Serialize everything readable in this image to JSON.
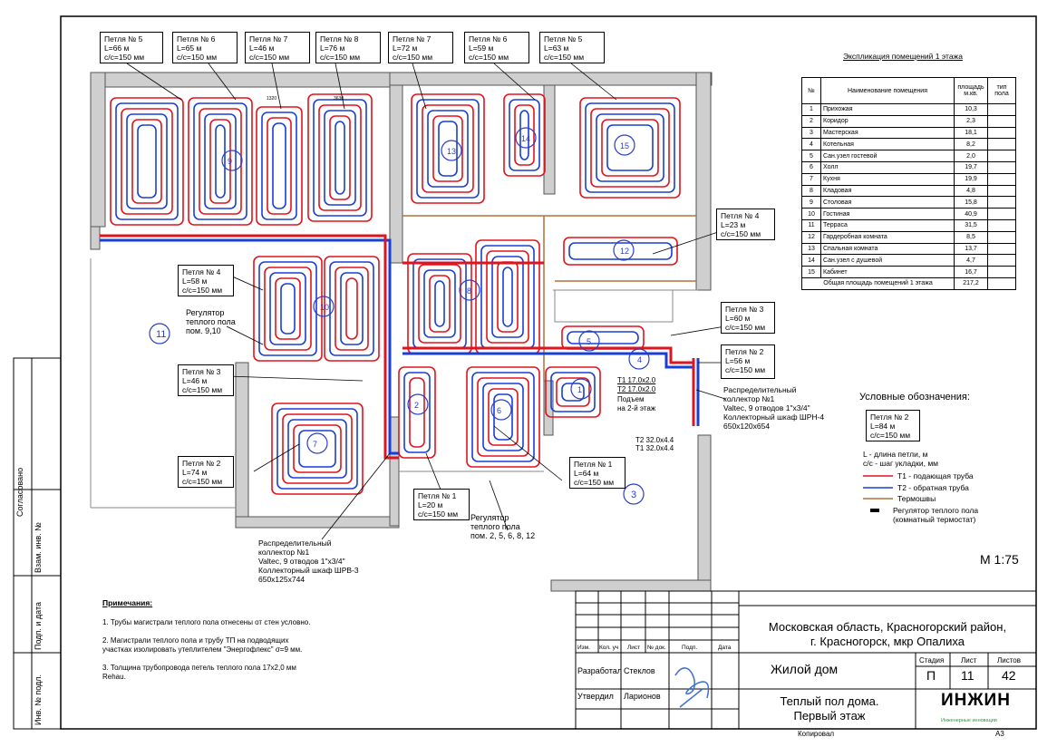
{
  "loop_labels": [
    {
      "title": "Петля № 5",
      "len": "L=66 м",
      "step": "с/с=150 мм"
    },
    {
      "title": "Петля № 6",
      "len": "L=65 м",
      "step": "с/с=150 мм"
    },
    {
      "title": "Петля № 7",
      "len": "L=46 м",
      "step": "с/с=150 мм"
    },
    {
      "title": "Петля № 8",
      "len": "L=76 м",
      "step": "с/с=150 мм"
    },
    {
      "title": "Петля № 7",
      "len": "L=72 м",
      "step": "с/с=150 мм"
    },
    {
      "title": "Петля № 6",
      "len": "L=59 м",
      "step": "с/с=150 мм"
    },
    {
      "title": "Петля № 5",
      "len": "L=63 м",
      "step": "с/с=150 мм"
    },
    {
      "title": "Петля № 4",
      "len": "L=23 м",
      "step": "с/с=150 мм"
    },
    {
      "title": "Петля № 4",
      "len": "L=58 м",
      "step": "с/с=150 мм"
    },
    {
      "title": "Петля № 3",
      "len": "L=60 м",
      "step": "с/с=150 мм"
    },
    {
      "title": "Петля № 2",
      "len": "L=56 м",
      "step": "с/с=150 мм"
    },
    {
      "title": "Петля № 3",
      "len": "L=46 м",
      "step": "с/с=150 мм"
    },
    {
      "title": "Петля № 2",
      "len": "L=74 м",
      "step": "с/с=150 мм"
    },
    {
      "title": "Петля № 1",
      "len": "L=64 м",
      "step": "с/с=150 мм"
    },
    {
      "title": "Петля № 1",
      "len": "L=20 м",
      "step": "с/с=150 мм"
    }
  ],
  "room_numbers": [
    "9",
    "13",
    "14",
    "15",
    "12",
    "10",
    "8",
    "7",
    "5",
    "4",
    "2",
    "6",
    "1",
    "3",
    "11"
  ],
  "dims": [
    "1320",
    "3630"
  ],
  "regulator_labels": {
    "reg1": [
      "Регулятор",
      "теплого пола",
      "пом. 9,10"
    ],
    "reg2": [
      "Регулятор",
      "теплого пола",
      "пом. 2, 5, 6, 8, 12"
    ]
  },
  "pipe_labels": {
    "p1": "Т1 17.0х2.0",
    "p2": "Т2 17.0х2.0",
    "rise1": "Подъем",
    "rise2": "на 2-й этаж",
    "p3": "Т2 32.0х4.4",
    "p4": "Т1 32.0х4.4"
  },
  "collector_right": [
    "Распределительный",
    "коллектор №1",
    "Valtec, 9 отводов 1\"х3/4\"",
    "Коллекторный шкаф ШРН-4",
    "650х120х654"
  ],
  "collector_bottom": [
    "Распределительный",
    "коллектор №1",
    "Valtec, 9 отводов 1\"х3/4\"",
    "Коллекторный шкаф ШРВ-3",
    "650х125х744"
  ],
  "explication": {
    "title": "Экспликация помещений 1 этажа",
    "headers": [
      "№",
      "Наименование помещения",
      "площадь м.кв.",
      "тип пола"
    ],
    "rows": [
      [
        "1",
        "Прихожая",
        "10,3"
      ],
      [
        "2",
        "Коридор",
        "2,3"
      ],
      [
        "3",
        "Мастерская",
        "18,1"
      ],
      [
        "4",
        "Котельная",
        "8,2"
      ],
      [
        "5",
        "Сан.узел гостевой",
        "2,0"
      ],
      [
        "6",
        "Холл",
        "19,7"
      ],
      [
        "7",
        "Кухня",
        "19,9"
      ],
      [
        "8",
        "Кладовая",
        "4,8"
      ],
      [
        "9",
        "Столовая",
        "15,8"
      ],
      [
        "10",
        "Гостиная",
        "40,9"
      ],
      [
        "11",
        "Терраса",
        "31,5"
      ],
      [
        "12",
        "Гардеробная комната",
        "8,5"
      ],
      [
        "13",
        "Спальная комната",
        "13,7"
      ],
      [
        "14",
        "Сан.узел с душевой",
        "4,7"
      ],
      [
        "15",
        "Кабинет",
        "16,7"
      ]
    ],
    "total_label": "Общая площадь помещений 1 этажа",
    "total_value": "217,2"
  },
  "legend": {
    "title": "Условные обозначения:",
    "sample": {
      "title": "Петля № 2",
      "len": "L=84 м",
      "step": "с/с=150 мм"
    },
    "note1": "L - длина петли, м",
    "note2": "с/с - шаг укладки, мм",
    "items": [
      "Т1 - подающая труба",
      "Т2 - обратная труба",
      "Термошвы",
      "Регулятор теплого пола (комнатный термостат)"
    ]
  },
  "scale": "М 1:75",
  "notes": {
    "title": "Примечания:",
    "items": [
      "1.    Трубы магистрали теплого пола отнесены от стен условно.",
      "2.    Магистрали теплого пола и трубу ТП на подводящих участках изолировать утеплителем \"Энергофлекс\" σ=9 мм.",
      "3.    Толщина трубопровода петель теплого пола 17х2,0 мм Rehau."
    ]
  },
  "stamp": {
    "address": [
      "Московская область, Красногорский район,",
      "г. Красногорск, мкр Опалиха"
    ],
    "col_headers": [
      "Изм.",
      "Кол. уч",
      "Лист",
      "№ док.",
      "Подп.",
      "Дата"
    ],
    "developed": "Разработал",
    "developer": "Стеклов",
    "approved": "Утвердил",
    "approver": "Ларионов",
    "object": "Жилой дом",
    "stage_h": "Стадия",
    "sheet_h": "Лист",
    "sheets_h": "Листов",
    "stage": "П",
    "sheet": "11",
    "sheets": "42",
    "drawing": [
      "Теплый пол дома.",
      "Первый этаж"
    ],
    "logo": "ИНЖИН",
    "logo_sub": "Инженерные инновации",
    "copied": "Копировал",
    "format": "А3"
  },
  "side": [
    "Согласовано",
    "Взам. инв. №",
    "Подп. и дата",
    "Инв. № подл."
  ],
  "colors": {
    "supply": "#e0141e",
    "return": "#1a3fd6",
    "thermo": "#b0703c",
    "wall": "#888888"
  }
}
